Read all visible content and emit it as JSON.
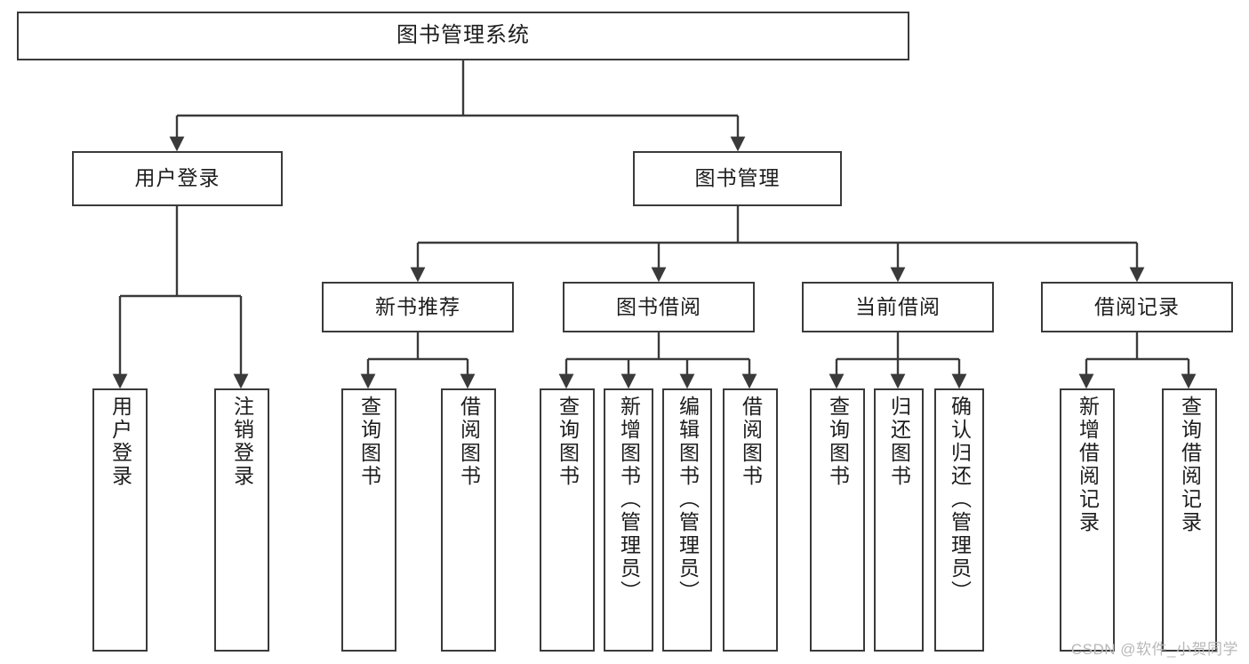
{
  "diagram": {
    "type": "tree",
    "title": "图书管理系统",
    "root": {
      "label": "图书管理系统"
    },
    "level2": [
      {
        "label": "用户登录"
      },
      {
        "label": "图书管理"
      }
    ],
    "level3": [
      {
        "label": "新书推荐"
      },
      {
        "label": "图书借阅"
      },
      {
        "label": "当前借阅"
      },
      {
        "label": "借阅记录"
      }
    ],
    "leaves": {
      "user_login": [
        {
          "label": "用户登录"
        },
        {
          "label": "注销登录"
        }
      ],
      "new_book_recommend": [
        {
          "label": "查询图书"
        },
        {
          "label": "借阅图书"
        }
      ],
      "book_borrow": [
        {
          "label": "查询图书"
        },
        {
          "label": "新增图书（管理员）"
        },
        {
          "label": "编辑图书（管理员）"
        },
        {
          "label": "借阅图书"
        }
      ],
      "current_borrow": [
        {
          "label": "查询图书"
        },
        {
          "label": "归还图书"
        },
        {
          "label": "确认归还（管理员）"
        }
      ],
      "borrow_record": [
        {
          "label": "新增借阅记录"
        },
        {
          "label": "查询借阅记录"
        }
      ]
    }
  },
  "watermark": {
    "text": "CSDN @软件_小贺同学"
  },
  "colors": {
    "border": "#3a3a3a",
    "text": "#1d1d1d",
    "background": "#ffffff",
    "connector": "#3a3a3a",
    "watermark": "#b8b8b8"
  }
}
